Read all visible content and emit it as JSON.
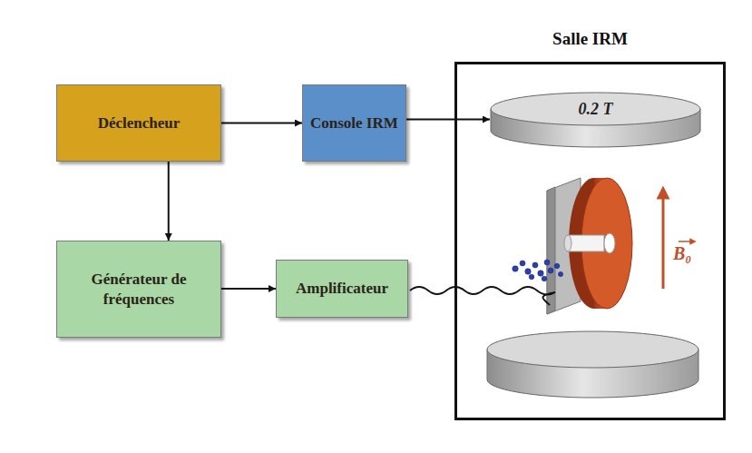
{
  "diagram": {
    "nodes": [
      {
        "text": [
          "Déclencheur"
        ]
      },
      {
        "text": [
          "Console IRM"
        ]
      },
      {
        "text": [
          "Générateur de fréquences"
        ]
      },
      {
        "text": [
          "Amplificateur"
        ]
      },
      {
        "text": [
          "Salle IRM"
        ]
      },
      {
        "text": [
          "0.2 T"
        ],
        "in": 4
      }
    ],
    "edges": [
      {
        "from": 0,
        "to": 1,
        "arrow": "to"
      },
      {
        "from": 1,
        "to": 5,
        "arrow": "to"
      },
      {
        "from": 0,
        "to": 2,
        "arrow": "to"
      },
      {
        "from": 2,
        "to": 3,
        "arrow": "to"
      }
    ],
    "labels": [
      "B₀"
    ]
  }
}
